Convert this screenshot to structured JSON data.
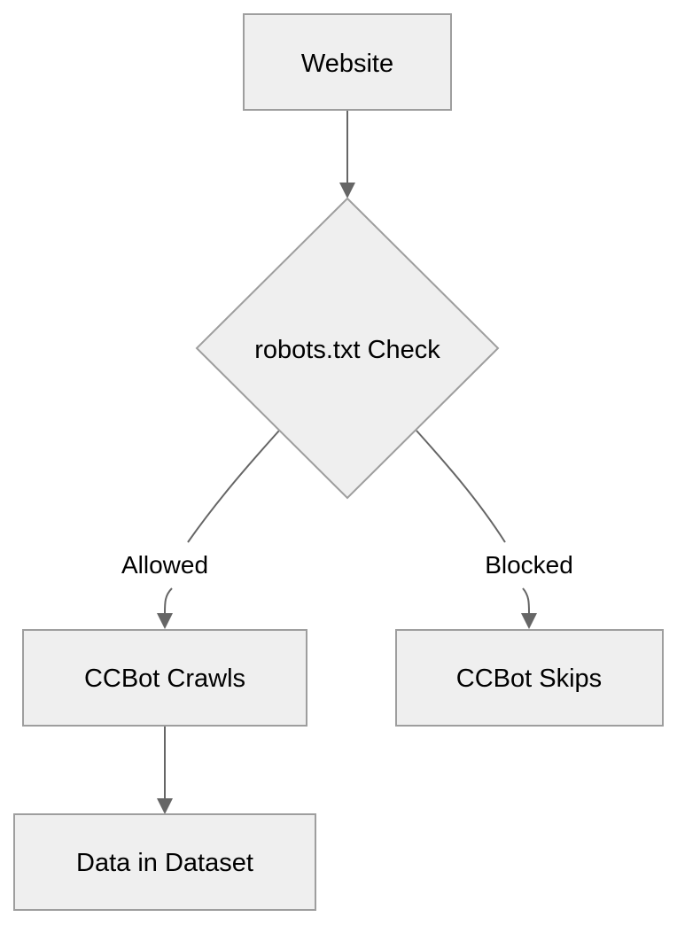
{
  "nodes": {
    "website": {
      "label": "Website"
    },
    "robots_check": {
      "label": "robots.txt Check"
    },
    "ccbot_crawls": {
      "label": "CCBot Crawls"
    },
    "ccbot_skips": {
      "label": "CCBot Skips"
    },
    "data_in_dataset": {
      "label": "Data in Dataset"
    }
  },
  "edges": {
    "allowed": {
      "label": "Allowed"
    },
    "blocked": {
      "label": "Blocked"
    }
  },
  "colors": {
    "node_fill": "#efefef",
    "node_stroke": "#9e9e9e",
    "edge": "#666666",
    "text": "#000000"
  }
}
